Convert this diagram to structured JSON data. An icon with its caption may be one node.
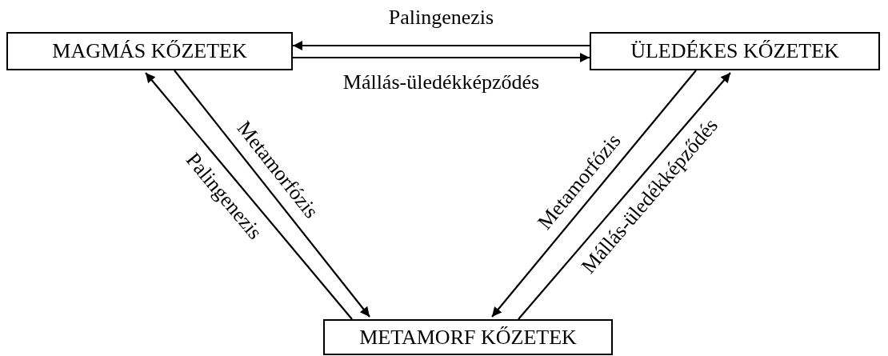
{
  "diagram": {
    "nodes": [
      {
        "text": [
          "MAGMÁS KŐZETEK"
        ]
      },
      {
        "text": [
          "ÜLEDÉKES KŐZETEK"
        ]
      },
      {
        "text": [
          "METAMORF KŐZETEK"
        ]
      }
    ],
    "edges": [
      {
        "from": 1,
        "to": 0,
        "arrow": "to",
        "label": "Palingenezis"
      },
      {
        "from": 0,
        "to": 1,
        "arrow": "to",
        "label": "Mállás-üledékképződés"
      },
      {
        "from": 0,
        "to": 2,
        "arrow": "to",
        "label": "Metamorfózis"
      },
      {
        "from": 2,
        "to": 0,
        "arrow": "to",
        "label": "Palingenezis"
      },
      {
        "from": 1,
        "to": 2,
        "arrow": "to",
        "label": "Metamorfózis"
      },
      {
        "from": 2,
        "to": 1,
        "arrow": "to",
        "label": "Mállás-üledékképződés"
      }
    ]
  }
}
